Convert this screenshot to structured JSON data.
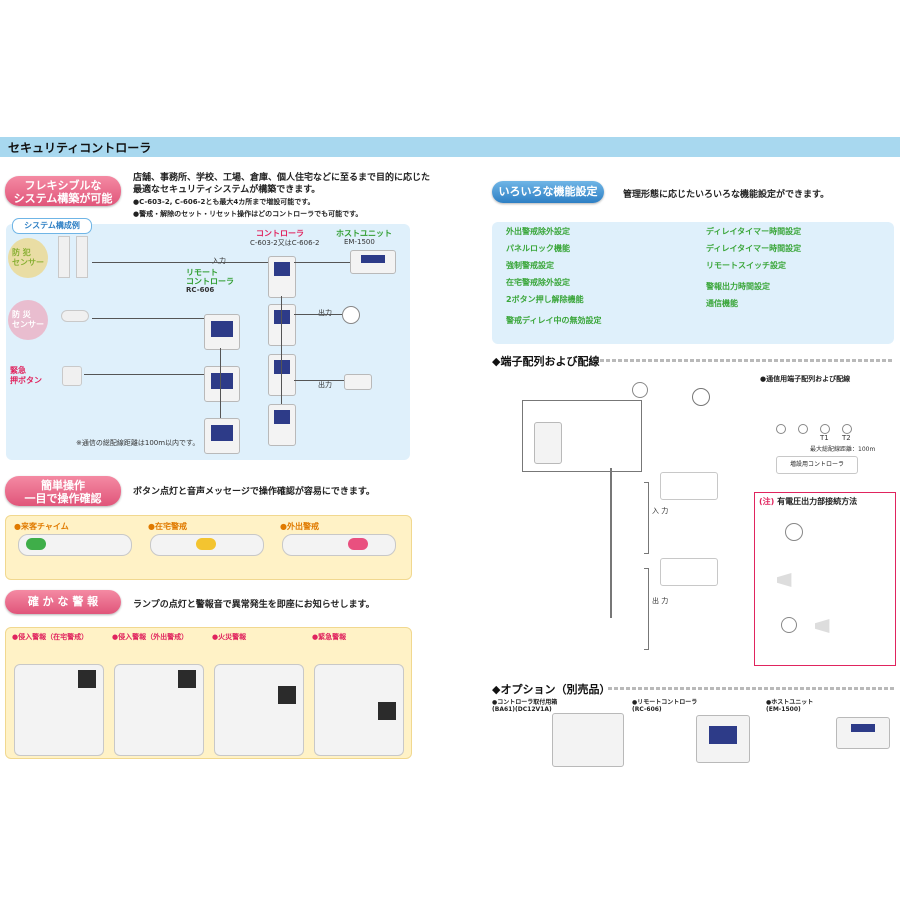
{
  "header": {
    "title": "セキュリティコントローラ"
  },
  "left": {
    "flexible": {
      "badge_line1": "フレキシブルな",
      "badge_line2": "システム構築が可能",
      "lead_line1": "店舗、事務所、学校、工場、倉庫、個人住宅などに至るまで目的に応じた",
      "lead_line2": "最適なセキュリティシステムが構築できます。",
      "bullet1": "●C-603-2, C-606-2とも最大4カ所まで増設可能です。",
      "bullet2": "●警戒・解除のセット・リセット操作はどのコントローラでも可能です。"
    },
    "system": {
      "tab_label": "システム構成例",
      "controller_title": "コントローラ",
      "controller_model": "C-603-2又はC-606-2",
      "host_title": "ホストユニット",
      "host_model": "EM-1500",
      "remote_title_1": "リモート",
      "remote_title_2": "コントローラ",
      "remote_model": "RC-606",
      "input_label": "入力",
      "output_label": "出力",
      "sensor_crime_1": "防 犯",
      "sensor_crime_2": "センサー",
      "sensor_fire_1": "防 災",
      "sensor_fire_2": "センサー",
      "sensor_emergency_1": "緊急",
      "sensor_emergency_2": "押ボタン",
      "note": "※通信の総配線距離は100m以内です。"
    },
    "easy": {
      "badge_line1": "簡単操作",
      "badge_line2": "一目で操作確認",
      "lead": "ボタン点灯と音声メッセージで操作確認が容易にできます。",
      "col1_title": "●来客チャイム",
      "col2_title": "●在宅警戒",
      "col3_title": "●外出警戒"
    },
    "alarm": {
      "badge": "確 か な 警 報",
      "lead": "ランプの点灯と警報音で異常発生を即座にお知らせします。",
      "col1_title": "●侵入警報（在宅警戒）",
      "col2_title": "●侵入警報（外出警戒）",
      "col3_title": "●火災警報",
      "col4_title": "●緊急警報"
    }
  },
  "right": {
    "features": {
      "badge": "いろいろな機能設定",
      "lead": "管理形態に応じたいろいろな機能設定ができます。",
      "items_left": [
        "外出警戒除外設定",
        "パネルロック機能",
        "強制警戒設定",
        "在宅警戒除外設定",
        "2ボタン押し解除機能",
        "警戒ディレイ中の無効設定"
      ],
      "items_right": [
        "ディレイタイマー時間設定",
        "ディレイタイマー時間設定",
        "リモートスイッチ設定",
        "警報出力時間設定",
        "通信機能"
      ]
    },
    "terminal": {
      "title": "◆端子配列および配線",
      "common_title": "●通信用端子配列および配線",
      "common_distance": "最大総配線距離：100m",
      "common_labels": [
        "T1",
        "T2"
      ],
      "common_box": "増設用コントローラ",
      "input_label": "入 力",
      "output_label": "出 力",
      "warn_title": "有電圧出力部接続方法",
      "warn_mark": "(注)"
    },
    "options": {
      "title": "◆オプション（別売品）",
      "opt1_name": "●コントローラ取付用箱",
      "opt1_model": "(BA61)(DC12V1A)",
      "opt2_name": "●リモートコントローラ",
      "opt2_model": "(RC-606)",
      "opt3_name": "●ホストユニット",
      "opt3_model": "(EM-1500)"
    }
  }
}
